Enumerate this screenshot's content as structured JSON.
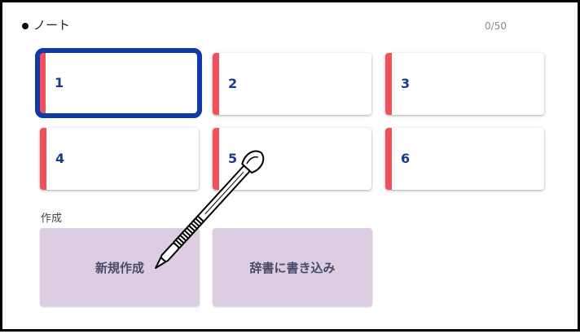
{
  "header": {
    "title": "ノート",
    "counter": "0/50"
  },
  "notes": [
    {
      "label": "1",
      "selected": true
    },
    {
      "label": "2",
      "selected": false
    },
    {
      "label": "3",
      "selected": false
    },
    {
      "label": "4",
      "selected": false
    },
    {
      "label": "5",
      "selected": false
    },
    {
      "label": "6",
      "selected": false
    }
  ],
  "create_section": {
    "title": "作成",
    "new_button_label": "新規作成",
    "dictionary_button_label": "辞書に書き込み"
  },
  "colors": {
    "accent_bar": "#f0505a",
    "focus_ring": "#0f3aa6",
    "note_label": "#1a3a8a",
    "action_button_bg": "#dccde2"
  },
  "icons": {
    "stylus": "stylus-pen-icon"
  }
}
